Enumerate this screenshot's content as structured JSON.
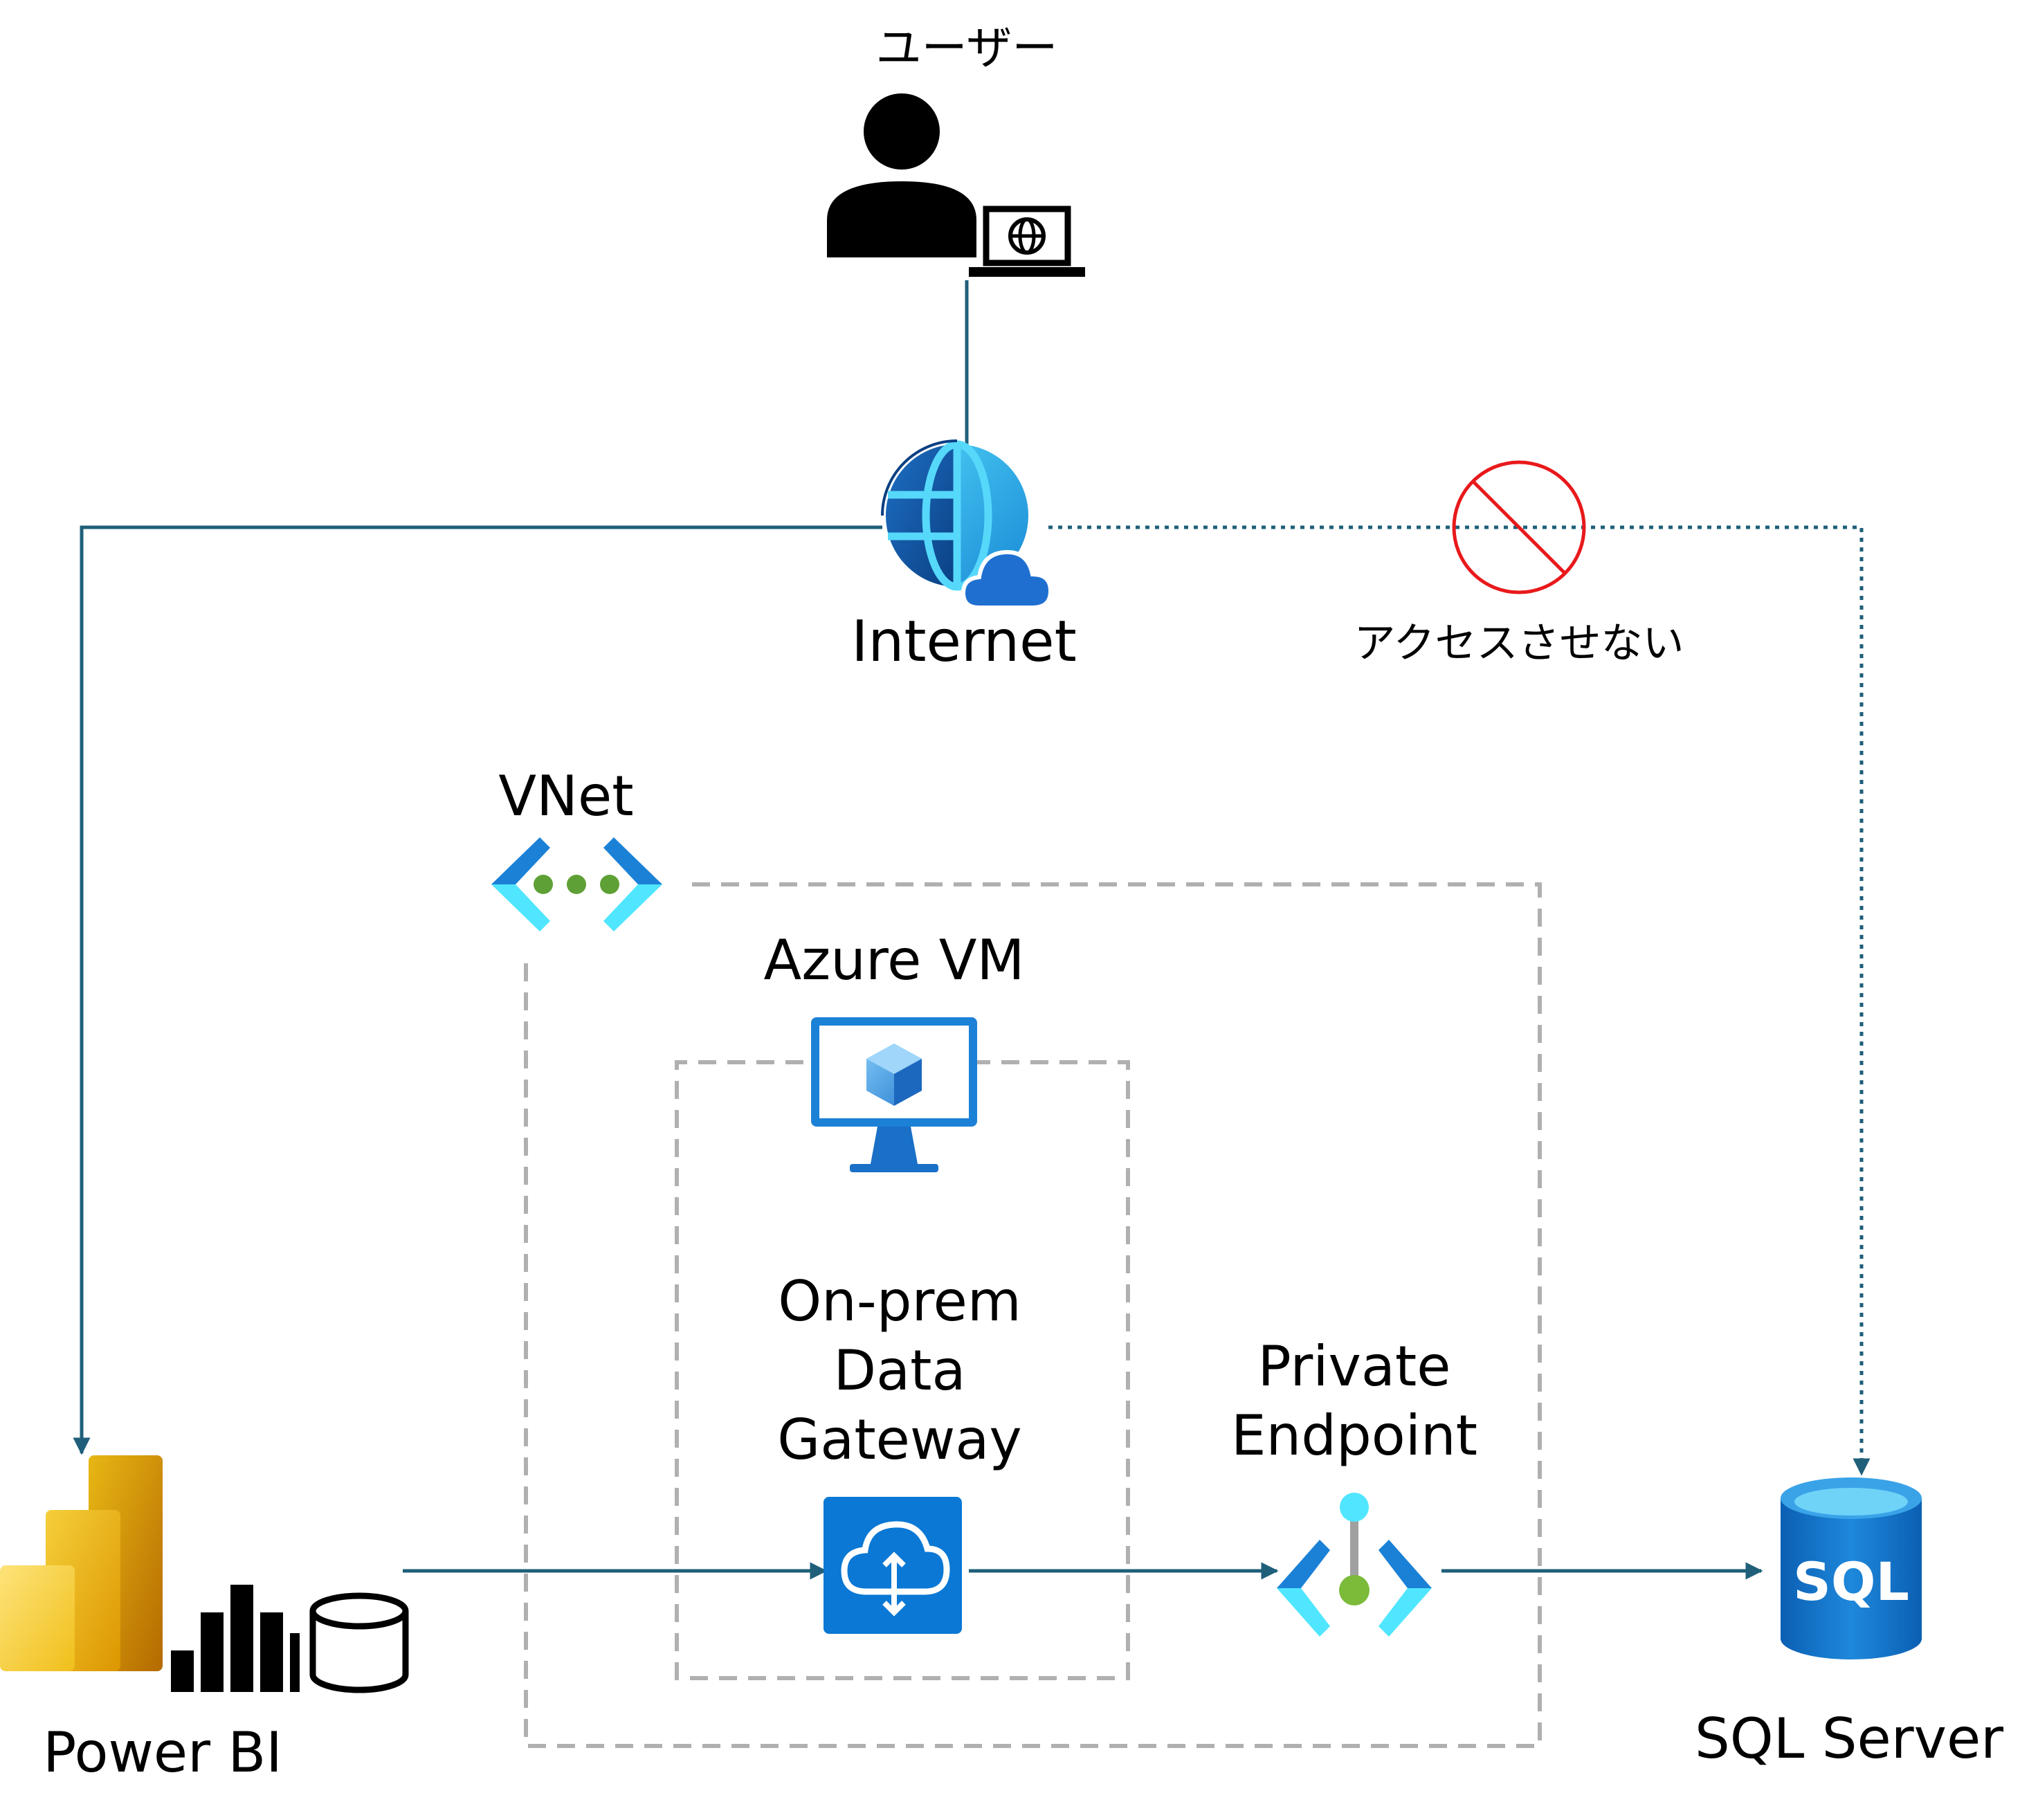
{
  "labels": {
    "user": "ユーザー",
    "internet": "Internet",
    "blocked": "アクセスさせない",
    "vnet": "VNet",
    "azure_vm": "Azure VM",
    "gateway_line1": "On-prem",
    "gateway_line2": "Data",
    "gateway_line3": "Gateway",
    "private_line1": "Private",
    "private_line2": "Endpoint",
    "power_bi": "Power BI",
    "sql_server": "SQL Server",
    "sql_badge": "SQL"
  },
  "colors": {
    "connector": "#1f5f7a",
    "blocked_ring": "#e8191b",
    "dashed_border": "#b0b0b0",
    "azure_blue": "#0078d4",
    "azure_light": "#50e6ff",
    "vnet_dots": "#5ea035",
    "powerbi_yellow": "#f2c811",
    "powerbi_dark": "#c77f00"
  },
  "icons": {
    "user": "user-with-laptop-icon",
    "internet": "globe-cloud-icon",
    "blocked": "no-entry-icon",
    "vnet": "virtual-network-icon",
    "vm": "virtual-machine-icon",
    "gateway": "data-gateway-icon",
    "private_endpoint": "private-endpoint-icon",
    "power_bi": "power-bi-icon",
    "sql": "sql-database-icon"
  }
}
